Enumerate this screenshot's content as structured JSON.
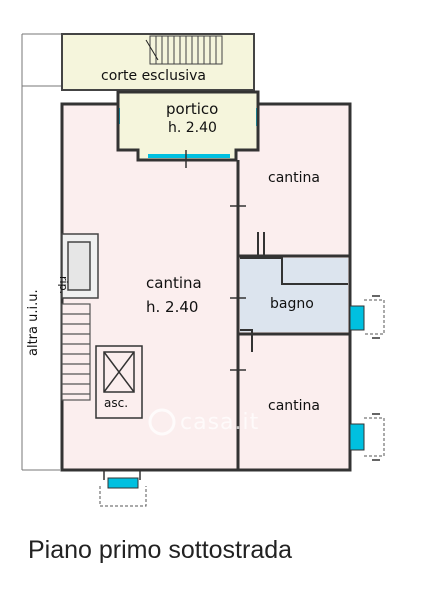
{
  "rooms": {
    "corte": {
      "label": "corte esclusiva"
    },
    "portico": {
      "label": "portico",
      "height": "h. 2.40"
    },
    "cantina_main": {
      "label": "cantina",
      "height": "h. 2.40"
    },
    "cantina_top": {
      "label": "cantina"
    },
    "bagno": {
      "label": "bagno"
    },
    "cantina_bottom": {
      "label": "cantina"
    }
  },
  "labels": {
    "asc": "asc.",
    "rip": "rip.",
    "altra": "altra u.i.u."
  },
  "watermark": "casa.it",
  "caption": "Piano primo sottostrada",
  "colors": {
    "wall": "#333333",
    "room_pink": "#fbeeee",
    "corte_yellow": "#f5f5dc",
    "bagno_blue": "#dce4ee",
    "window_cyan": "#00c0e0"
  }
}
